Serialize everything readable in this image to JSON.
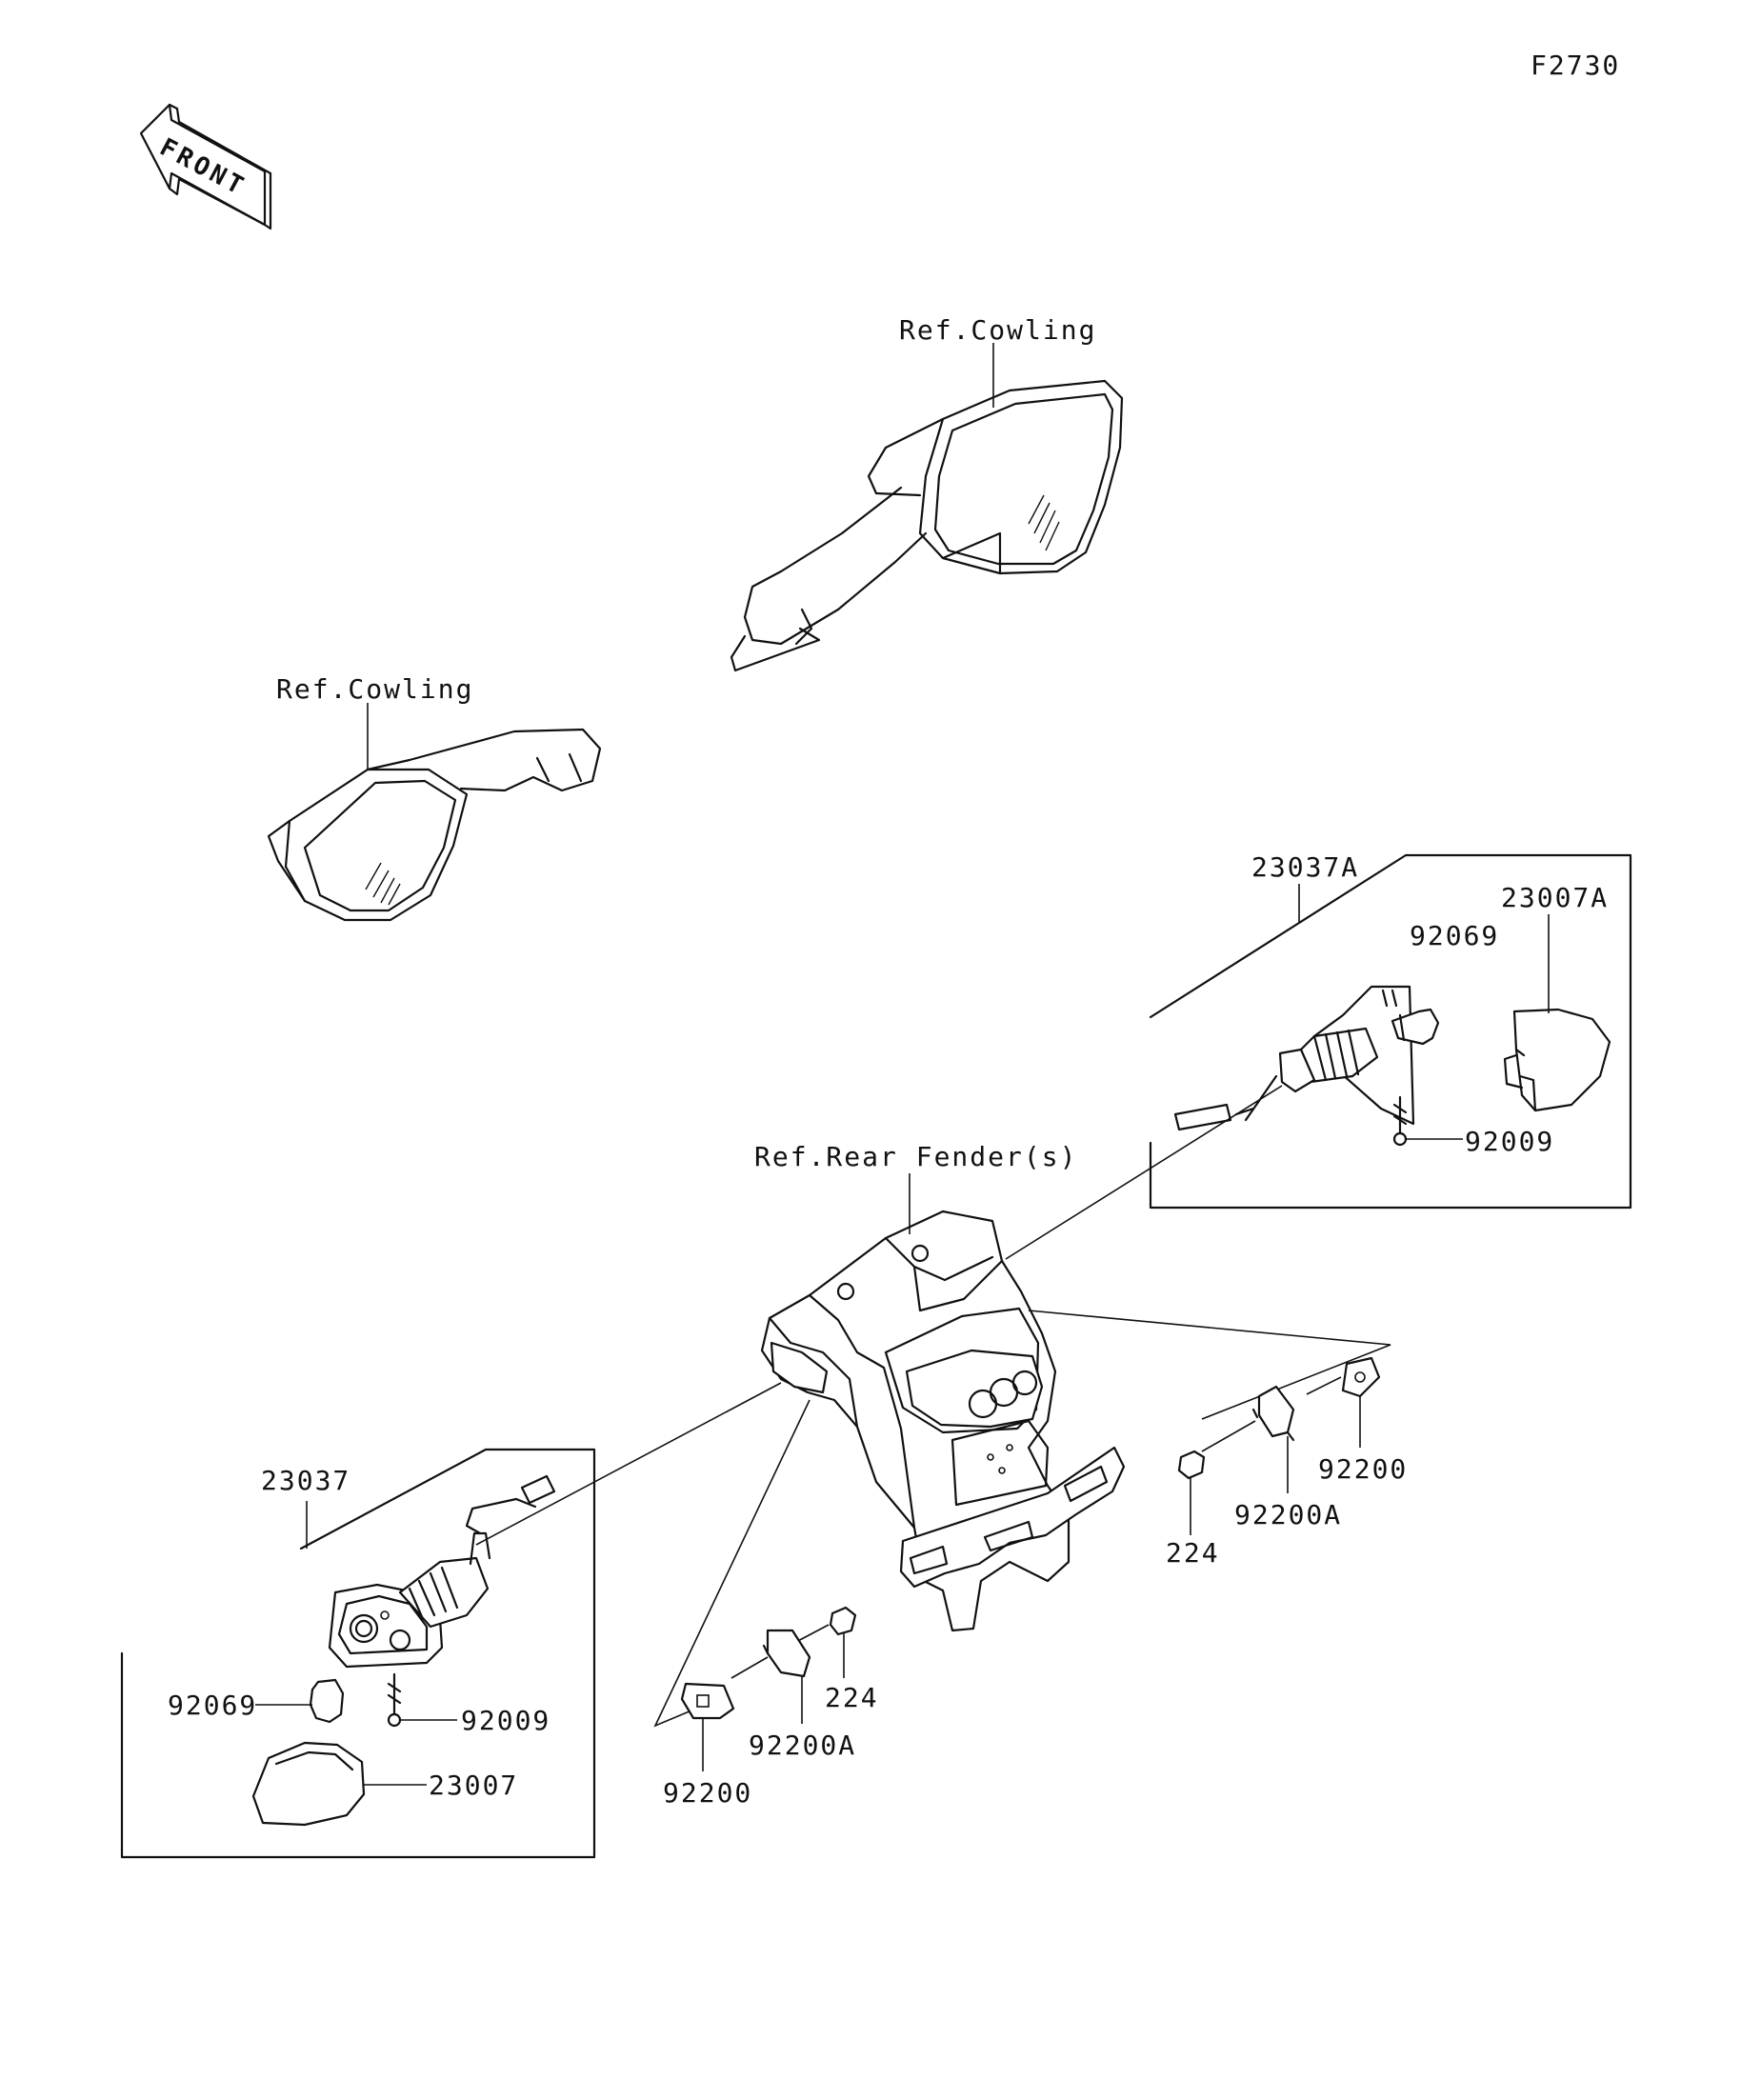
{
  "figure_code": "F2730",
  "front_label": "FRONT",
  "labels": {
    "ref_cowling_right": "Ref.Cowling",
    "ref_cowling_left": "Ref.Cowling",
    "ref_rear_fender": "Ref.Rear Fender(s)",
    "p23037A": "23037A",
    "p23007A": "23007A",
    "p92069_r": "92069",
    "p92009_r": "92009",
    "p23037": "23037",
    "p92069_l": "92069",
    "p92009_l": "92009",
    "p23007": "23007",
    "p224_r": "224",
    "p92200A_r": "92200A",
    "p92200_r": "92200",
    "p224_l": "224",
    "p92200A_l": "92200A",
    "p92200_l": "92200"
  }
}
